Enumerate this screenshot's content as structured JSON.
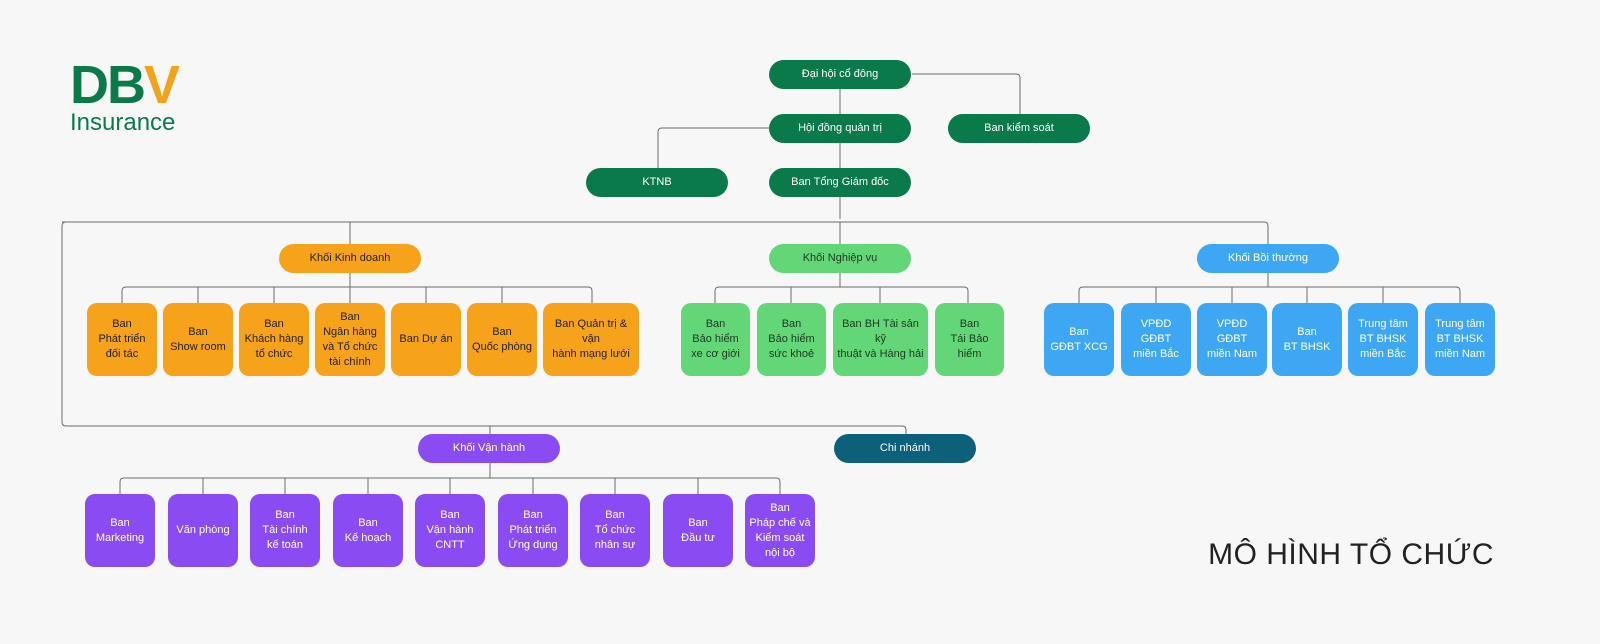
{
  "logo": {
    "brand": "DBV",
    "sub": "Insurance"
  },
  "caption": "MÔ HÌNH TỔ CHỨC",
  "top": {
    "dai_hoi": "Đại hội cổ đông",
    "hoi_dong": "Hội đồng quản trị",
    "ban_kiem_soat": "Ban kiểm soát",
    "ktnb": "KTNB",
    "tong_giam_doc": "Ban Tổng Giám đốc"
  },
  "blocks": {
    "kinh_doanh": {
      "title": "Khối Kinh doanh",
      "items": [
        "Ban\nPhát triển\nđối tác",
        "Ban\nShow room",
        "Ban\nKhách hàng\ntổ chức",
        "Ban\nNgân hàng\nvà Tổ chức\ntài chính",
        "Ban Dự án",
        "Ban\nQuốc phòng",
        "Ban Quản trị & vận\nhành mạng lưới"
      ]
    },
    "nghiep_vu": {
      "title": "Khối Nghiệp vụ",
      "items": [
        "Ban\nBảo hiểm\nxe cơ giới",
        "Ban\nBảo hiểm\nsức khoẻ",
        "Ban BH Tài sản kỹ\nthuật và Hàng hải",
        "Ban\nTái Bảo hiểm"
      ]
    },
    "boi_thuong": {
      "title": "Khối Bồi thường",
      "items": [
        "Ban\nGĐBT XCG",
        "VPĐD\nGĐBT\nmiền Bắc",
        "VPĐD\nGĐBT\nmiền Nam",
        "Ban\nBT BHSK",
        "Trung tâm\nBT BHSK\nmiền Bắc",
        "Trung tâm\nBT BHSK\nmiền Nam"
      ]
    },
    "van_hanh": {
      "title": "Khối Vận hành",
      "items": [
        "Ban\nMarketing",
        "Văn phòng",
        "Ban\nTài chính\nkế toán",
        "Ban\nKế hoạch",
        "Ban\nVận hành\nCNTT",
        "Ban\nPhát triển\nỨng dụng",
        "Ban\nTổ chức\nnhân sự",
        "Ban\nĐầu tư",
        "Ban\nPháp chế và\nKiểm soát\nnội bộ"
      ]
    },
    "chi_nhanh": {
      "title": "Chi nhánh"
    }
  }
}
